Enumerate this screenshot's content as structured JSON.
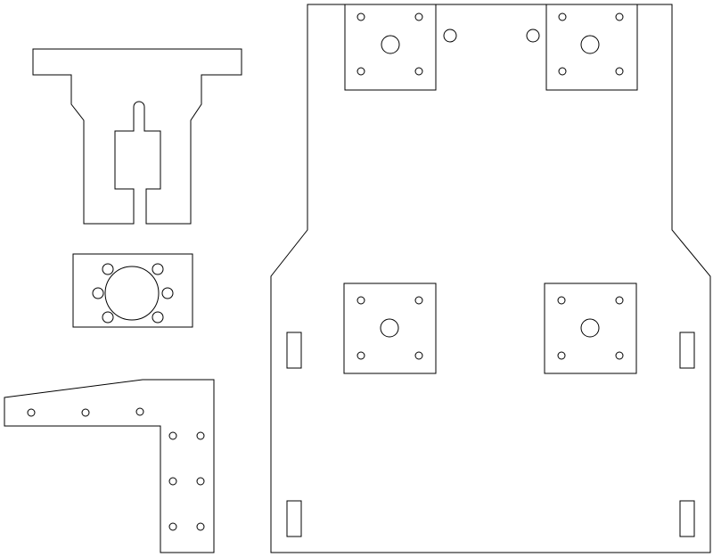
{
  "drawing": {
    "line_color": "#000000",
    "background_color": "#ffffff",
    "parts": [
      {
        "part": "t-bracket",
        "feature": "profile-with-slot"
      },
      {
        "part": "bearing-plate",
        "holes": 7
      },
      {
        "part": "l-bracket",
        "holes": 9
      },
      {
        "part": "base-plate",
        "motor-mounts": 4,
        "slots": 4
      }
    ]
  }
}
